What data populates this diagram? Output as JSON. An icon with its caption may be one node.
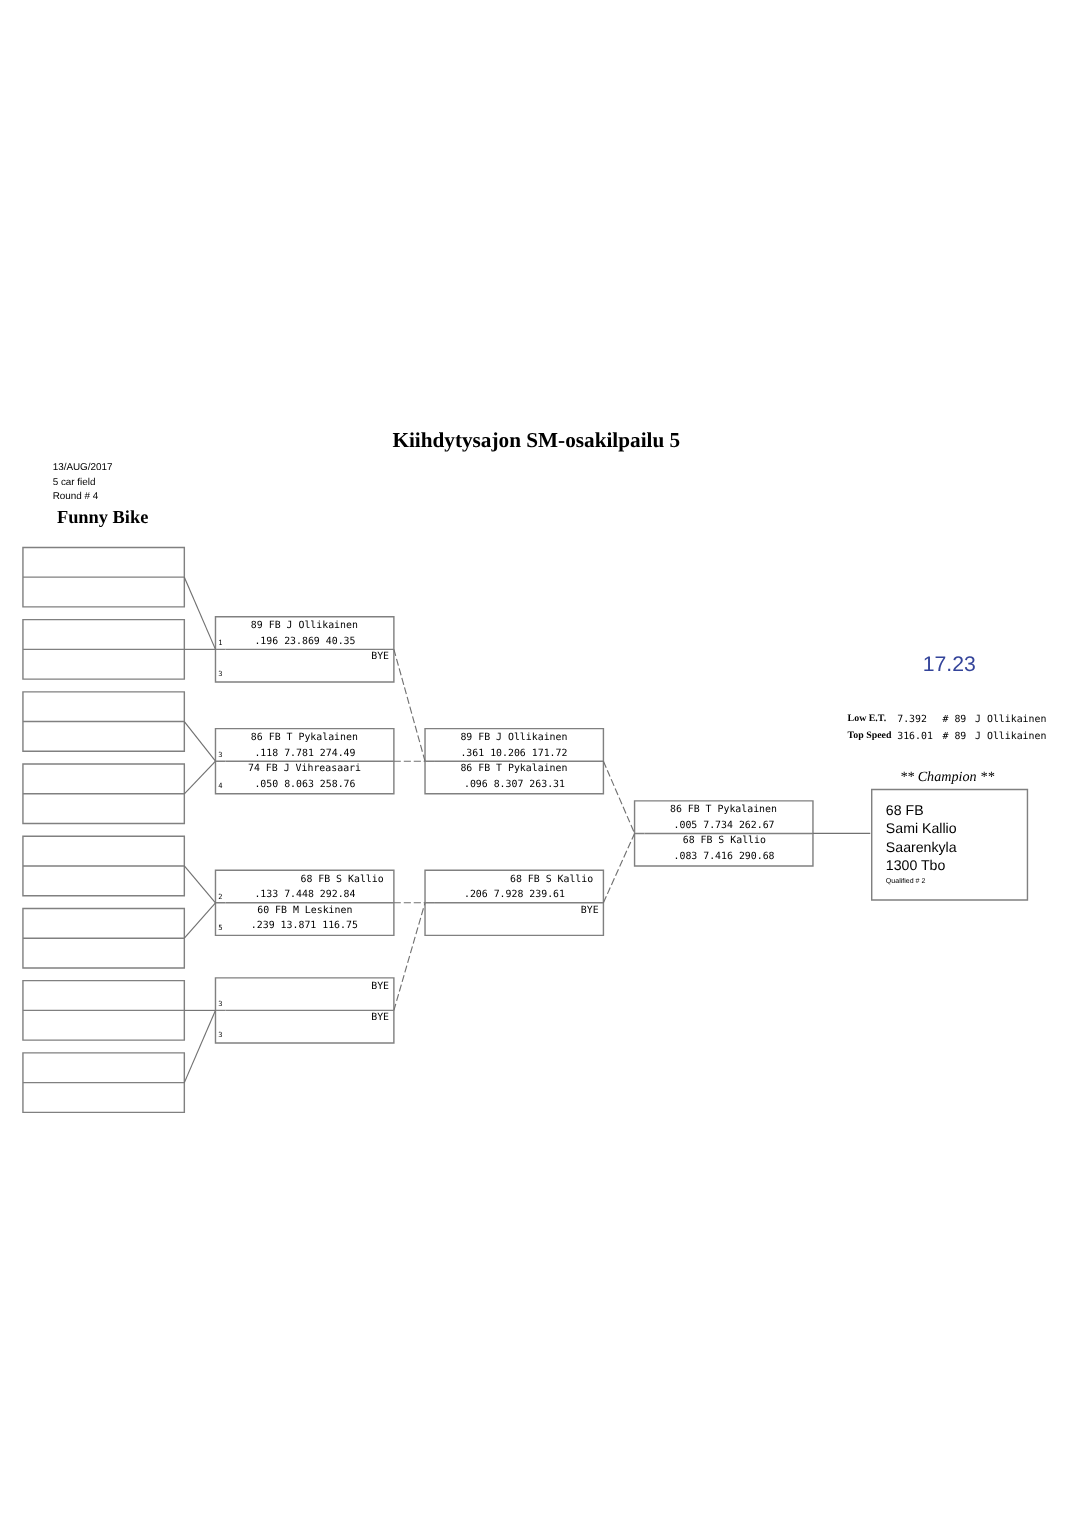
{
  "diagram": {
    "title": "Kiihdytysajon SM-osakilpailu 5",
    "nodes": [
      {
        "text": [],
        "shape": "box"
      },
      {
        "text": [],
        "shape": "box"
      },
      {
        "text": [],
        "shape": "box"
      },
      {
        "text": [],
        "shape": "box"
      },
      {
        "text": [],
        "shape": "box"
      },
      {
        "text": [],
        "shape": "box"
      },
      {
        "text": [],
        "shape": "box"
      },
      {
        "text": [],
        "shape": "box"
      },
      {
        "text": [
          "89 FB J Ollikainen",
          "1",
          ".196 23.869 40.35",
          "BYE",
          "3"
        ]
      },
      {
        "text": [
          "86 FB T Pykalainen",
          "3",
          ".118 7.781 274.49",
          "74 FB J Vihreasaari",
          "4",
          ".050 8.063 258.76"
        ]
      },
      {
        "text": [
          "68 FB S Kallio",
          "2",
          ".133 7.448 292.84",
          "60 FB M Leskinen",
          "5",
          ".239 13.871 116.75"
        ]
      },
      {
        "text": [
          "BYE",
          "3",
          "BYE",
          "3"
        ]
      },
      {
        "text": [
          "89 FB J Ollikainen",
          ".361 10.206 171.72",
          "86 FB T Pykalainen",
          ".096 8.307 263.31"
        ]
      },
      {
        "text": [
          "68 FB S Kallio",
          ".206 7.928 239.61",
          "BYE"
        ]
      },
      {
        "text": [
          "86 FB T Pykalainen",
          ".005 7.734 262.67",
          "68 FB S Kallio",
          ".083 7.416 290.68"
        ]
      },
      {
        "text": [
          "** Champion **",
          "68 FB",
          "Sami Kallio",
          "Saarenkyla",
          "1300 Tbo",
          "Qualified # 2"
        ]
      }
    ],
    "edges": [
      {
        "from": 0,
        "to": 8,
        "arrow": "none"
      },
      {
        "from": 1,
        "to": 8,
        "arrow": "none"
      },
      {
        "from": 2,
        "to": 9,
        "arrow": "none"
      },
      {
        "from": 3,
        "to": 9,
        "arrow": "none"
      },
      {
        "from": 4,
        "to": 10,
        "arrow": "none"
      },
      {
        "from": 5,
        "to": 10,
        "arrow": "none"
      },
      {
        "from": 6,
        "to": 11,
        "arrow": "none"
      },
      {
        "from": 7,
        "to": 11,
        "arrow": "none"
      },
      {
        "from": 8,
        "to": 12,
        "arrow": "none",
        "style": "dashed"
      },
      {
        "from": 9,
        "to": 12,
        "arrow": "none",
        "style": "dashed"
      },
      {
        "from": 10,
        "to": 13,
        "arrow": "none",
        "style": "dashed"
      },
      {
        "from": 11,
        "to": 13,
        "arrow": "none",
        "style": "dashed"
      },
      {
        "from": 12,
        "to": 14,
        "arrow": "none",
        "style": "dashed"
      },
      {
        "from": 13,
        "to": 14,
        "arrow": "none",
        "style": "dashed"
      },
      {
        "from": 14,
        "to": 15,
        "arrow": "none"
      }
    ],
    "labels": [
      "13/AUG/2017",
      "5 car field",
      "Round # 4",
      "Funny Bike",
      "17.23",
      "Low E.T.",
      "7.392",
      "# 89",
      "J Ollikainen",
      "Top Speed",
      "316.01",
      "# 89",
      "J Ollikainen"
    ]
  }
}
